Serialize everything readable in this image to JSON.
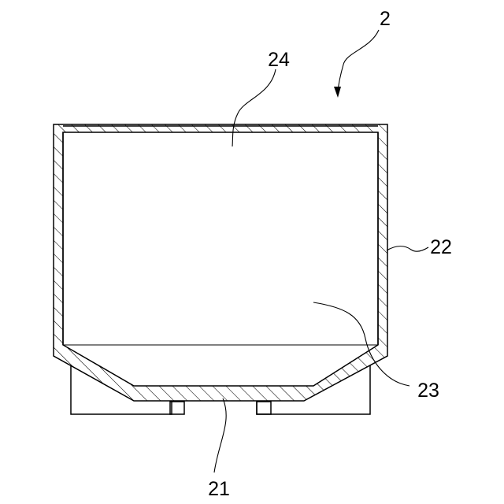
{
  "figure": {
    "line_color": "#000000",
    "background": "#ffffff"
  },
  "labels": {
    "assembly": "2",
    "bottom_plate": "21",
    "side_wall": "22",
    "inner_space": "23",
    "opening": "24"
  }
}
